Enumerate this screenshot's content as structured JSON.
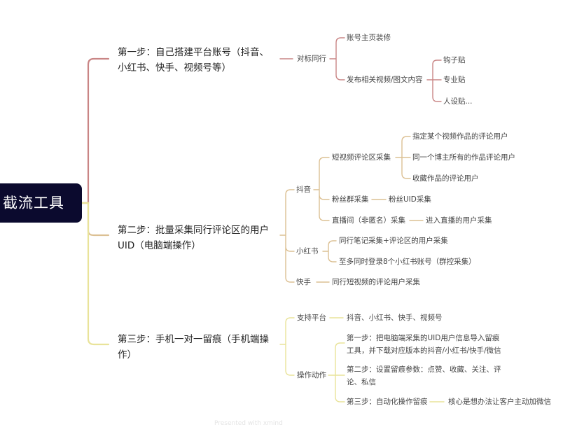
{
  "root": {
    "label": "截流工具",
    "color": "#0b0a2e"
  },
  "branch_colors": {
    "step1": "#c97f7f",
    "step2": "#d9b98a",
    "step3": "#e6e08a"
  },
  "steps": [
    {
      "label": "第一步：自己搭建平台账号（抖音、小红书、快手、视频号等）",
      "line1": "第一步：自己搭建平台账号（抖音、",
      "line2": "小红书、快手、视频号等）",
      "children": [
        {
          "label": "对标同行",
          "children": [
            {
              "label": "账号主页装修"
            },
            {
              "label": "发布相关视频/图文内容",
              "children": [
                {
                  "label": "钩子贴"
                },
                {
                  "label": "专业贴"
                },
                {
                  "label": "人设贴..."
                }
              ]
            }
          ]
        }
      ]
    },
    {
      "label": "第二步：批量采集同行评论区的用户UID（电脑端操作）",
      "line1": "第二步：批量采集同行评论区的用户",
      "line2": "UID（电脑端操作）",
      "children": [
        {
          "label": "抖音",
          "children": [
            {
              "label": "短视频评论区采集",
              "children": [
                {
                  "label": "指定某个视频作品的评论用户"
                },
                {
                  "label": "同一个博主所有的作品评论用户"
                },
                {
                  "label": "收藏作品的评论用户"
                }
              ]
            },
            {
              "label": "粉丝群采集",
              "children": [
                {
                  "label": "粉丝UID采集"
                }
              ]
            },
            {
              "label": "直播间（非匿名）采集",
              "children": [
                {
                  "label": "进入直播的用户采集"
                }
              ]
            }
          ]
        },
        {
          "label": "小红书",
          "children": [
            {
              "label": "同行笔记采集+评论区的用户采集"
            },
            {
              "label": "至多同时登录8个小红书账号（群控采集）"
            }
          ]
        },
        {
          "label": "快手",
          "children": [
            {
              "label": "同行短视频的评论用户采集"
            }
          ]
        }
      ]
    },
    {
      "label": "第三步：手机一对一留痕（手机端操作）",
      "line1": "第三步：手机一对一留痕（手机端操",
      "line2": "作）",
      "children": [
        {
          "label": "支持平台",
          "children": [
            {
              "label": "抖音、小红书、快手、视频号"
            }
          ]
        },
        {
          "label": "操作动作",
          "children": [
            {
              "label": "第一步：把电脑端采集的UID用户信息导入留痕工具，并下载对应版本的抖音/小红书/快手/微信",
              "line1": "第一步：把电脑端采集的UID用户信息导入留痕",
              "line2": "工具，并下载对应版本的抖音/小红书/快手/微信"
            },
            {
              "label": "第二步：设置留痕参数：点赞、收藏、关注、评论、私信",
              "line1": "第二步：设置留痕参数：点赞、收藏、关注、评",
              "line2": "论、私信"
            },
            {
              "label": "第三步：自动化操作留痕",
              "children": [
                {
                  "label": "核心是想办法让客户主动加微信"
                }
              ]
            }
          ]
        }
      ]
    }
  ],
  "footer": "Presented with xmind"
}
